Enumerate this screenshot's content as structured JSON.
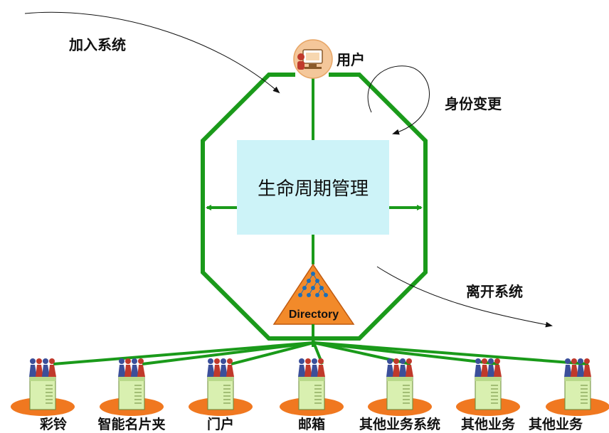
{
  "colors": {
    "frame": "#1a9a1a",
    "core_fill": "#cdf3f8",
    "directory_fill": "#f28a2a",
    "disc": "#f07820",
    "server": "#d9f0b0"
  },
  "labels": {
    "join": "加入系统",
    "user": "用户",
    "identity_change": "身份变更",
    "leave": "离开系统",
    "core": "生命周期管理",
    "directory": "Directory"
  },
  "icons": {
    "user": "user-computer-icon",
    "directory": "directory-tree-icon",
    "server": "server-with-people-icon"
  },
  "systems": [
    {
      "label": "彩铃"
    },
    {
      "label": "智能名片夹"
    },
    {
      "label": "门户"
    },
    {
      "label": "邮箱"
    },
    {
      "label": "其他业务系统"
    },
    {
      "label": "其他业务"
    },
    {
      "label": "其他业务"
    }
  ]
}
